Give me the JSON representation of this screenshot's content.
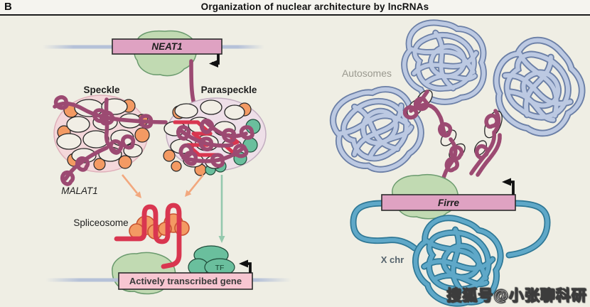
{
  "figure": {
    "panel_label": "B",
    "title": "Organization of nuclear architecture by lncRNAs"
  },
  "left": {
    "neat1": "NEAT1",
    "speckle": "Speckle",
    "paraspeckle": "Paraspeckle",
    "malat1": "MALAT1",
    "spliceosome": "Spliceosome",
    "tf": "TF",
    "active_gene": "Actively transcribed gene"
  },
  "right": {
    "autosomes": "Autosomes",
    "firre": "Firre",
    "xchr": "X chr"
  },
  "watermark": "搜狐号@小张聊科研",
  "colors": {
    "background": "#efeee4",
    "header_bg": "#f5f4ef",
    "rule": "#1c1c1c",
    "dna": "#b5c1d8",
    "gene_box_pink": "#dfa2c2",
    "gene_box_light_pink": "#f7c6d1",
    "green_blob": "#c1dab2",
    "green_blob_edge": "#6a9a6d",
    "maroon_rna": "#9c4a72",
    "red_rna": "#d93650",
    "orange_blob": "#f39a63",
    "orange_blob_edge": "#c85331",
    "teal_blob": "#6abf9d",
    "speckle_fill": "#f4d7da",
    "speckle_edge": "#dfb0ba",
    "paraspeckle_fill": "#eedfe8",
    "paraspeckle_edge": "#c3aec0",
    "cream_oval": "#f1eee5",
    "orange_arrow": "#f2a87e",
    "green_arrow": "#94c9ad",
    "autosome_strand": "#bcc9e2",
    "autosome_edge": "#6b7fa6",
    "xchr_strand": "#5fa8c8",
    "xchr_edge": "#2e7795",
    "label_gray": "#9a998f",
    "black_arrow": "#111111"
  }
}
